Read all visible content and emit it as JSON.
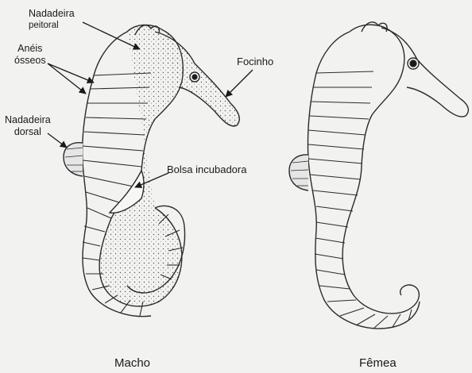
{
  "labels": {
    "nadadeira_peitoral": [
      "Nadadeira",
      "peitoral"
    ],
    "aneis_osseos": [
      "Anéis",
      "ósseos"
    ],
    "nadadeira_dorsal": [
      "Nadadeira",
      "dorsal"
    ],
    "focinho": "Focinho",
    "bolsa_incubadora": "Bolsa incubadora"
  },
  "captions": {
    "macho": "Macho",
    "femea": "Fêmea"
  },
  "colors": {
    "background": "#f2f2f0",
    "ink": "#1a1a1a"
  }
}
